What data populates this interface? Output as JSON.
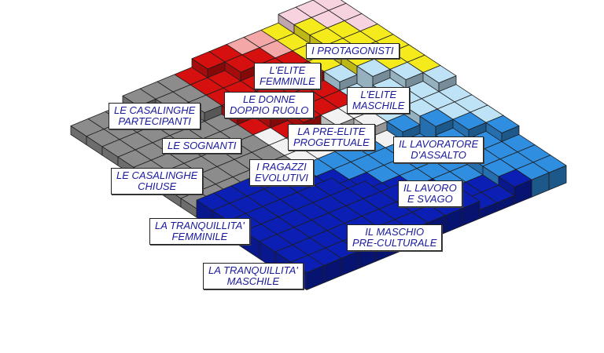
{
  "colors": {
    "pink": "#f3a7a7",
    "red": "#d60f0f",
    "white": "#f2f2f2",
    "gray": "#8c8c8c",
    "light_pink": "#f7d3df",
    "yellow": "#f4ea1c",
    "light_blue": "#bfe3f6",
    "blue": "#2f8ee0",
    "navy": "#0b1fb5"
  },
  "labels": {
    "protagonisti": "I PROTAGONISTI",
    "elite_femminile": [
      "L'ELITE",
      "FEMMINILE"
    ],
    "elite_maschile": [
      "L'ELITE",
      "MASCHILE"
    ],
    "donne_doppio_ruolo": [
      "LE DONNE",
      "DOPPIO RUOLO"
    ],
    "casalinghe_partecipanti": [
      "LE CASALINGHE",
      "PARTECIPANTI"
    ],
    "sognanti": "LE SOGNANTI",
    "pre_elite": [
      "LA PRE-ELITE",
      "PROGETTUALE"
    ],
    "lavoratore": [
      "IL LAVORATORE",
      "D'ASSALTO"
    ],
    "ragazzi": [
      "I RAGAZZI",
      "EVOLUTIVI"
    ],
    "casalinghe_chiuse": [
      "LE CASALINGHE",
      "CHIUSE"
    ],
    "lavoro_svago": [
      "IL LAVORO",
      "E SVAGO"
    ],
    "tranquillita_femminile": [
      "LA TRANQUILLITA'",
      "FEMMINILE"
    ],
    "maschio_preculturale": [
      "IL MASCHIO",
      "PRE-CULTURALE"
    ],
    "tranquillita_maschile": [
      "LA TRANQUILLITA'",
      "MASCHILE"
    ]
  }
}
